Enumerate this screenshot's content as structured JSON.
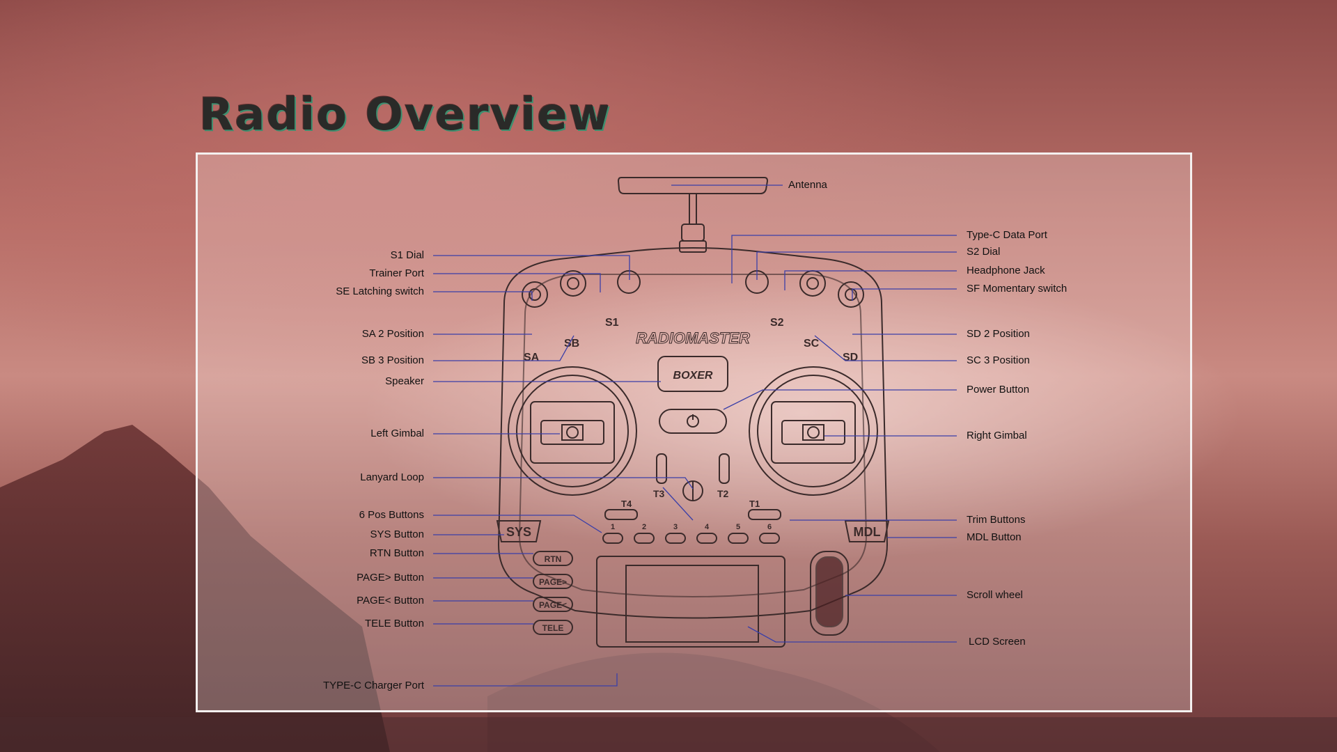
{
  "title": "Radio Overview",
  "device": {
    "brand": "RADIOMASTER",
    "model": "BOXER",
    "markings": {
      "s1": "S1",
      "s2": "S2",
      "sa": "SA",
      "sb": "SB",
      "sc": "SC",
      "sd": "SD",
      "t1": "T1",
      "t2": "T2",
      "t3": "T3",
      "t4": "T4",
      "sys": "SYS",
      "mdl": "MDL",
      "rtn": "RTN",
      "page_next": "PAGE>",
      "page_prev": "PAGE<",
      "tele": "TELE",
      "pos": [
        "1",
        "2",
        "3",
        "4",
        "5",
        "6"
      ]
    }
  },
  "labels": {
    "antenna": "Antenna",
    "s1_dial": "S1 Dial",
    "trainer_port": "Trainer Port",
    "se_switch": "SE Latching switch",
    "sa_switch": "SA 2 Position",
    "sb_switch": "SB 3 Position",
    "speaker": "Speaker",
    "left_gimbal": "Left Gimbal",
    "lanyard_loop": "Lanyard Loop",
    "six_pos": "6 Pos Buttons",
    "sys_button": "SYS Button",
    "rtn_button": "RTN Button",
    "page_next_button": "PAGE> Button",
    "page_prev_button": "PAGE< Button",
    "tele_button": "TELE Button",
    "typec_charger": "TYPE-C Charger Port",
    "typec_data": "Type-C Data Port",
    "s2_dial": "S2 Dial",
    "headphone_jack": "Headphone Jack",
    "sf_switch": "SF Momentary switch",
    "sd_switch": "SD 2 Position",
    "sc_switch": "SC 3 Position",
    "power_button": "Power Button",
    "right_gimbal": "Right Gimbal",
    "trim_buttons": "Trim Buttons",
    "mdl_button": "MDL Button",
    "scroll_wheel": "Scroll wheel",
    "lcd_screen": "LCD Screen"
  },
  "colors": {
    "leader": "#3b3fa8",
    "outline": "#3a2a2a"
  }
}
